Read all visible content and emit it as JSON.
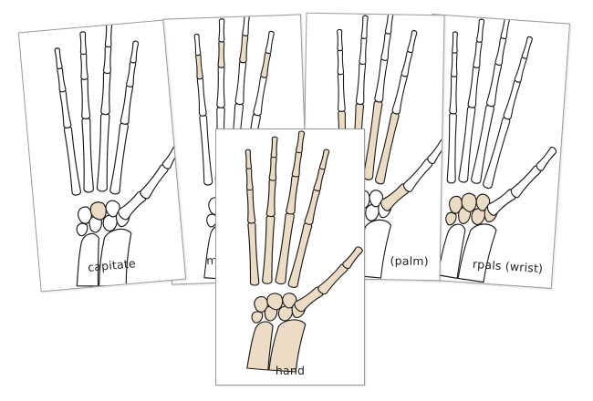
{
  "cards": [
    {
      "id": "capitate",
      "label": "capitate",
      "highlight": "capitate"
    },
    {
      "id": "phalanges",
      "label": "m",
      "highlight": "middle-phalanges"
    },
    {
      "id": "metacarpals",
      "label": "(palm)",
      "highlight": "metacarpals"
    },
    {
      "id": "carpals",
      "label": "rpals (wrist)",
      "highlight": "carpals"
    },
    {
      "id": "hand",
      "label": "hand",
      "highlight": "all"
    }
  ],
  "colors": {
    "bone_highlight": "#ecdcc6",
    "outline": "#1a1a1a",
    "card_border": "#9a9a9a"
  }
}
